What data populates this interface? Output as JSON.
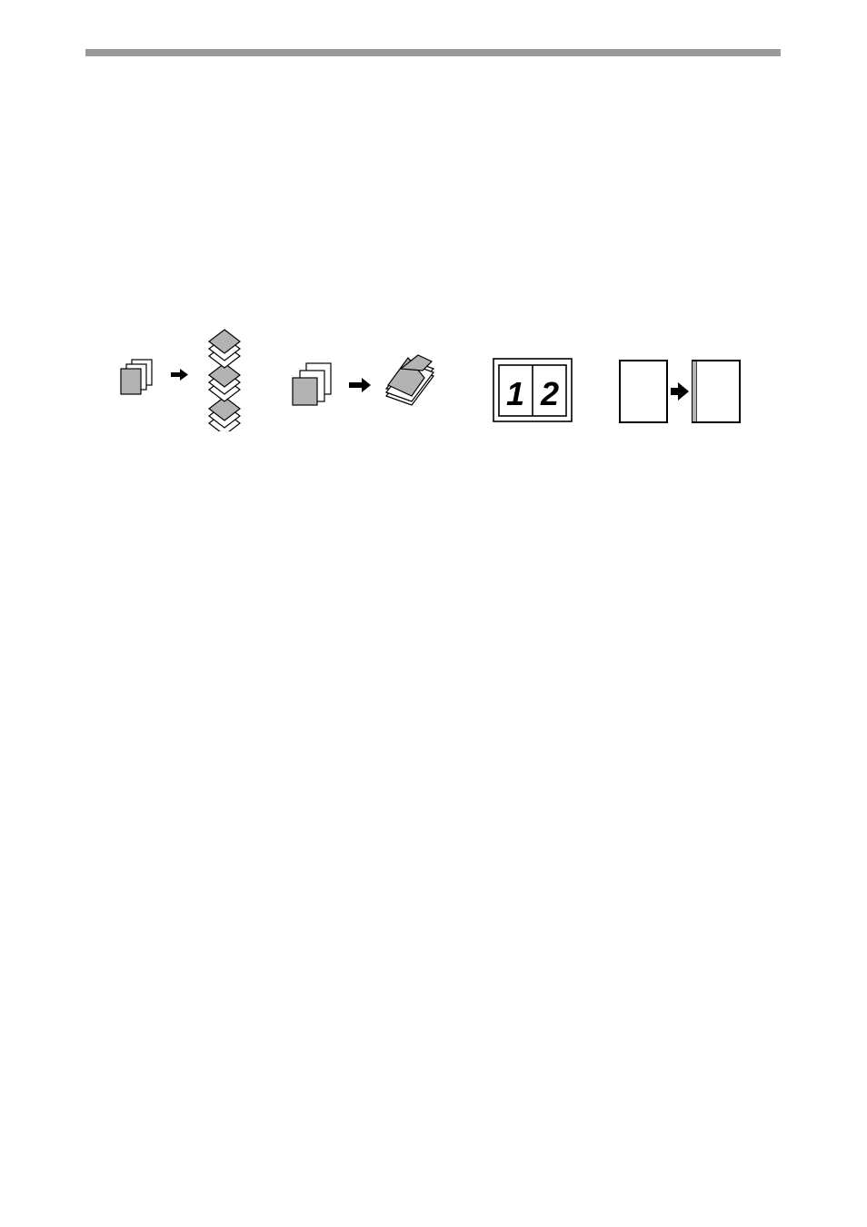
{
  "page": {
    "rule_color": "#9a9a9a",
    "paper_fill": "#ffffff",
    "paper_gray": "#b3b3b3",
    "stroke": "#000000"
  },
  "illustrations": [
    {
      "name": "sort-illustration",
      "icon": "sort-icon"
    },
    {
      "name": "group-illustration",
      "icon": "group-icon"
    },
    {
      "name": "two-up-illustration",
      "icon": "two-up-icon",
      "numbers": [
        "1",
        "2"
      ]
    },
    {
      "name": "cover-illustration",
      "icon": "cover-icon"
    }
  ]
}
